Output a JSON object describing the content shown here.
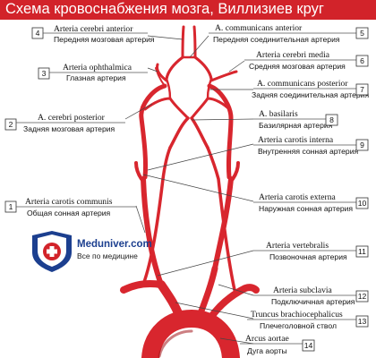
{
  "title": "Схема кровоснабжения мозга, Виллизиев круг",
  "labels": [
    {
      "num": "4",
      "latin": "Arteria cerebri anterior",
      "russian": "Передняя мозговая артерия"
    },
    {
      "num": "5",
      "latin": "A. communicans anterior",
      "russian": "Передняя соединительная артерия"
    },
    {
      "num": "3",
      "latin": "Arteria ophthalmica",
      "russian": "Глазная артерия"
    },
    {
      "num": "6",
      "latin": "Arteria cerebri media",
      "russian": "Средняя мозговая артерия"
    },
    {
      "num": "7",
      "latin": "A. communicans posterior",
      "russian": "Задняя соединительная артерия"
    },
    {
      "num": "2",
      "latin": "A. cerebri posterior",
      "russian": "Задняя мозговая артерия"
    },
    {
      "num": "8",
      "latin": "A. basilaris",
      "russian": "Базилярная артерия"
    },
    {
      "num": "9",
      "latin": "Arteria carotis interna",
      "russian": "Внутренняя сонная артерия"
    },
    {
      "num": "10",
      "latin": "Arteria carotis externa",
      "russian": "Наружная сонная артерия"
    },
    {
      "num": "1",
      "latin": "Arteria carotis communis",
      "russian": "Общая сонная артерия"
    },
    {
      "num": "11",
      "latin": "Arteria vertebralis",
      "russian": "Позвоночная артерия"
    },
    {
      "num": "12",
      "latin": "Arteria subclavia",
      "russian": "Подключичная артерия"
    },
    {
      "num": "13",
      "latin": "Truncus brachiocephalicus",
      "russian": "Плечеголовной ствол"
    },
    {
      "num": "14",
      "latin": "Arcus aortae",
      "russian": "Дуга аорты"
    }
  ],
  "logo": {
    "name": "Meduniver.com",
    "tagline": "Все по медицине"
  },
  "colors": {
    "title_bg": "#d2232a",
    "artery": "#d8262e",
    "artery_dark": "#a3161c",
    "logo_blue": "#1c3f8f"
  },
  "icons": [
    "medical-cross-shield-icon"
  ]
}
